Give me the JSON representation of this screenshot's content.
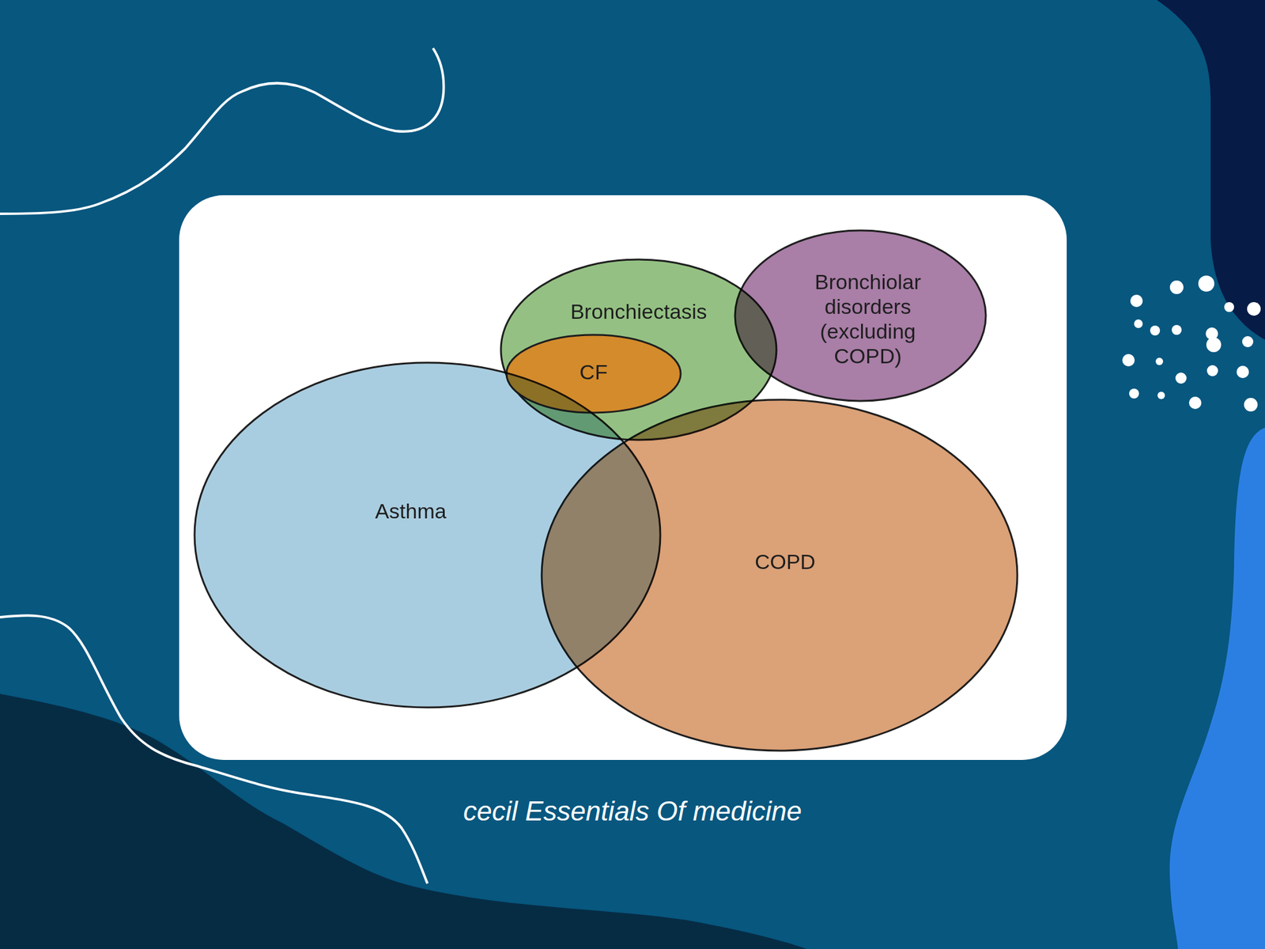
{
  "diagram": {
    "caption": "cecil Essentials Of medicine",
    "nodes": [
      {
        "text": [
          "Bronchiectasis"
        ]
      },
      {
        "text": [
          "CF"
        ],
        "in": 0
      },
      {
        "text": [
          "Bronchiolar disorders (excluding COPD)"
        ]
      },
      {
        "text": [
          "Asthma"
        ]
      },
      {
        "text": [
          "COPD"
        ]
      }
    ]
  }
}
